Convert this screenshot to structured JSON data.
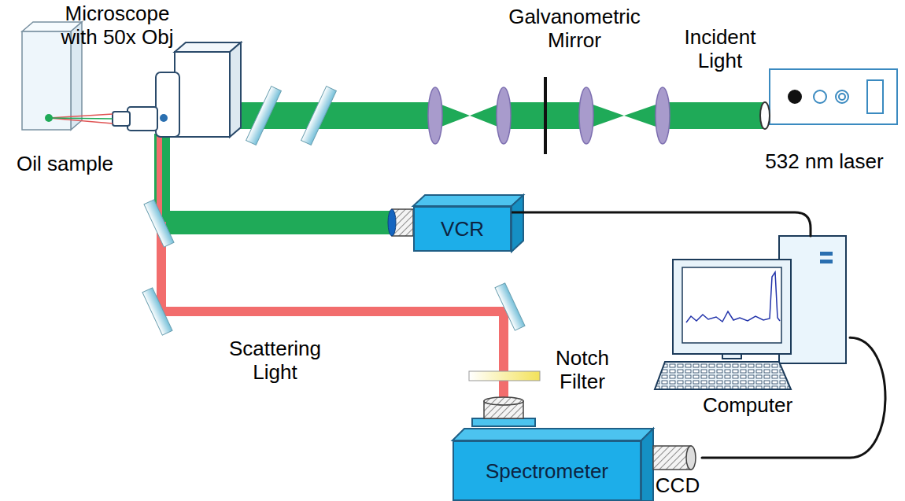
{
  "diagram": {
    "nodes": [
      {
        "text": [
          "Microscope with 50x Obj"
        ]
      },
      {
        "text": [
          "Oil sample"
        ]
      },
      {
        "text": [
          "532 nm laser"
        ]
      },
      {
        "text": [
          "VCR"
        ]
      },
      {
        "text": [
          "Computer"
        ]
      },
      {
        "text": [
          "Spectrometer"
        ]
      },
      {
        "text": [
          "CCD"
        ]
      }
    ],
    "edges": [
      {
        "from": 3,
        "to": 4,
        "arrow": "none"
      },
      {
        "from": 4,
        "to": 6,
        "arrow": "none"
      }
    ],
    "labels": [
      "Galvanometric Mirror",
      "Incident Light",
      "Scattering Light",
      "Notch Filter"
    ]
  }
}
